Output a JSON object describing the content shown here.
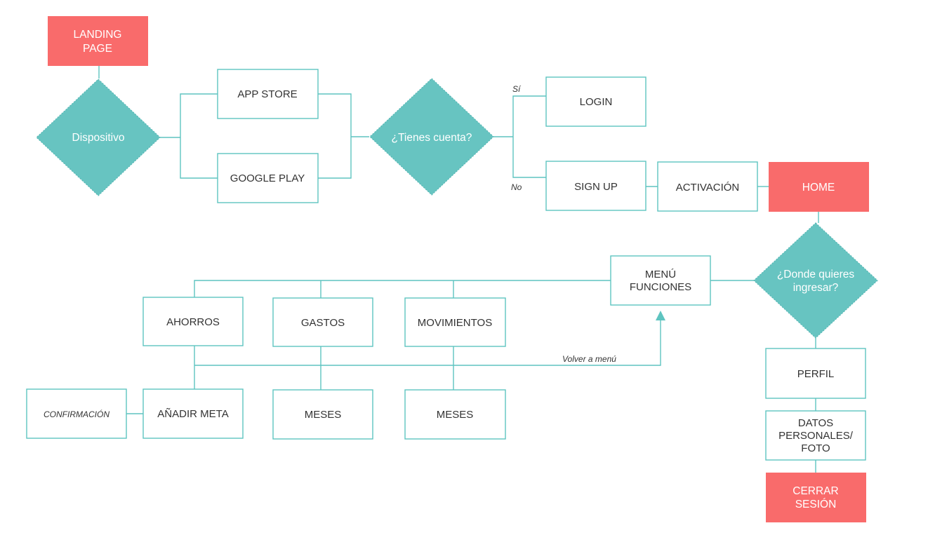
{
  "colors": {
    "accent": "#5ec4c0",
    "highlight": "#f96b6b",
    "text": "#333333"
  },
  "nodes": {
    "landing_l1": "LANDING",
    "landing_l2": "PAGE",
    "dispositivo": "Dispositivo",
    "app_store": "APP STORE",
    "google_play": "GOOGLE PLAY",
    "tienes_cuenta": "¿Tienes cuenta?",
    "login": "LOGIN",
    "sign_up": "SIGN UP",
    "activacion": "ACTIVACIÓN",
    "home": "HOME",
    "donde_l1": "¿Donde quieres",
    "donde_l2": "ingresar?",
    "menu_l1": "MENÚ",
    "menu_l2": "FUNCIONES",
    "ahorros": "AHORROS",
    "gastos": "GASTOS",
    "movimientos": "MOVIMIENTOS",
    "confirmacion": "CONFIRMACIÓN",
    "anadir_meta": "AÑADIR META",
    "meses_gastos": "MESES",
    "meses_movimientos": "MESES",
    "perfil": "PERFIL",
    "datos_l1": "DATOS",
    "datos_l2": "PERSONALES/",
    "datos_l3": "FOTO",
    "cerrar_l1": "CERRAR",
    "cerrar_l2": "SESIÓN"
  },
  "edges": {
    "si": "Sí",
    "no": "No",
    "volver": "Volver a menú"
  }
}
